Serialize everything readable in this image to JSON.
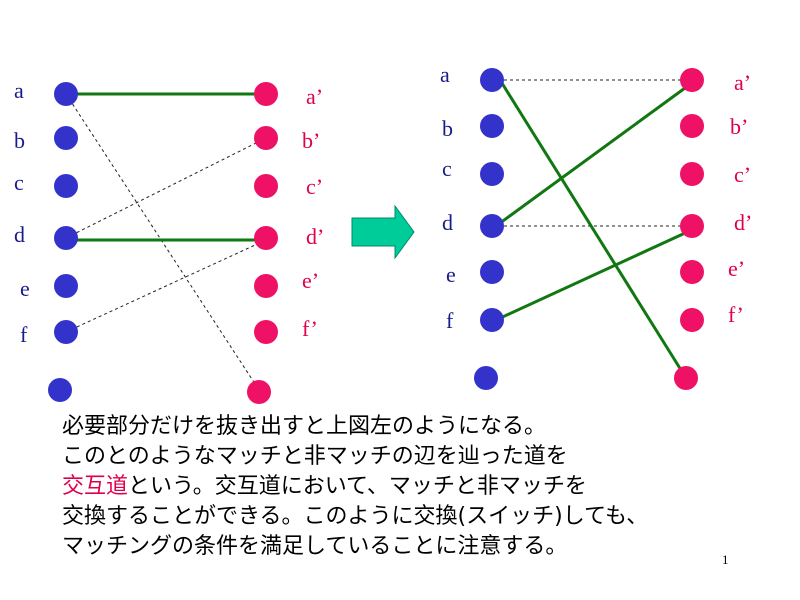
{
  "diagram": {
    "colors": {
      "left_node": "#3333cc",
      "right_node": "#ee1166",
      "matching_edge": "#117711",
      "non_matching_edge": "#222222",
      "arrow_fill": "#00cc99",
      "highlight_text": "#e0004a"
    },
    "left_graph": {
      "left_labels": [
        "a",
        "b",
        "c",
        "d",
        "e",
        "f"
      ],
      "right_labels": [
        "a’",
        "b’",
        "c’",
        "d’",
        "e’",
        "f’"
      ]
    },
    "right_graph": {
      "left_labels": [
        "a",
        "b",
        "c",
        "d",
        "e",
        "f"
      ],
      "right_labels": [
        "a’",
        "b’",
        "c’",
        "d’",
        "e’",
        "f’"
      ]
    }
  },
  "caption": {
    "line1": "必要部分だけを抜き出すと上図左のようになる。",
    "line2": "このとのようなマッチと非マッチの辺を辿った道を",
    "line3_highlight": "交互道",
    "line3_rest": "という。交互道において、マッチと非マッチを",
    "line4": "交換することができる。このように交換(スイッチ)しても、",
    "line5": "マッチングの条件を満足していることに注意する。"
  },
  "page_number": "1"
}
